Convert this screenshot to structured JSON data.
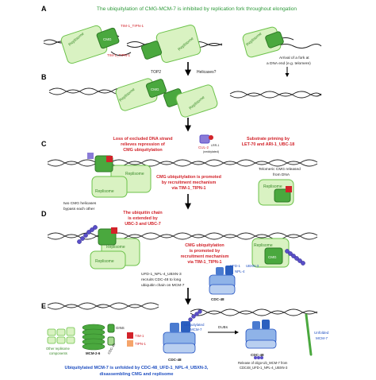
{
  "colors": {
    "green_title": "#2e9a3a",
    "red_text": "#d2232a",
    "blue_text": "#1f4fc1",
    "replisome_fill": "#d9f2c2",
    "replisome_stroke": "#6cc24a",
    "cmg_fill": "#4aa83e",
    "tim_red": "#d2232a",
    "ubiquitin_purple": "#5a4fc9",
    "cdc48_blue": "#8fb3e8"
  },
  "panels": {
    "a": {
      "letter": "A",
      "title": "The ubiquitylation of CMG-MCM-7 is inhibited by replication fork throughout elongation",
      "labels": {
        "replisome": "Replisome",
        "cmg": "CMG",
        "tim_tipn": "TIM-1_TIPN-1",
        "tim_tipn2": "TIM-1_TIPN-1",
        "arrival": "Arrival of a fork at",
        "arrival2": "a DNA end (e.g. telomere)"
      }
    },
    "b": {
      "letter": "B",
      "top2": "TOP2",
      "helicases": "Helicases?",
      "labels": {
        "replisome": "Replisome",
        "cmg": "CMG"
      }
    },
    "c": {
      "letter": "C",
      "loss_text_1": "Loss of excluded DNA strand",
      "loss_text_2": "relieves repression of",
      "loss_text_3": "CMG ubiquitylation",
      "cul2": "CUL-2",
      "lrr1": "LRR-1",
      "neddylated": "(neddylated)",
      "priming_1": "Substrate priming by",
      "priming_2": "LET-70 and ARI-1_UBC-18",
      "telomeric_1": "Telomeric CMG released",
      "telomeric_2": "from DNA",
      "promoted_1": "CMG ubiquitylation is promoted",
      "promoted_2": "by recruitment mechanism",
      "promoted_3": "via TIM-1_TIPN-1",
      "bypass_1": "two CMG helicases",
      "bypass_2": "bypass each other",
      "replisome": "Replisome"
    },
    "d": {
      "letter": "D",
      "extended_1": "The ubiquitin chain",
      "extended_2": "is extended by",
      "extended_3": "UBC-3 and UBC-7",
      "promoted_1": "CMG ubiquitylation",
      "promoted_2": "is promoted by",
      "promoted_3": "recruitment mechanism",
      "promoted_4": "via TIM-1_TIPN-1",
      "ufd_1": "UFD-1_NPL-4_UBXN-3",
      "ufd_2": "recruits CDC-48 to long",
      "ufd_3": "ubiquitin chain on MCM-7",
      "ufd1": "UFD-1",
      "npl4": "NPL-4",
      "ubxn3": "UBXN-3",
      "cdc48": "CDC-48",
      "replisome": "Replisome",
      "cmg": "CMG"
    },
    "e": {
      "letter": "E",
      "other_1": "Other replisome",
      "other_2": "components",
      "mcm": "MCM-2-6",
      "gins": "GINS",
      "cdc45": "CDC-45",
      "tim": "TIM-1",
      "tipn": "TIPN-1",
      "ubiq_1": "Ubiquitylated",
      "ubiq_2": "MCM-7",
      "cdc48": "CDC-48",
      "dubs": "DUBs",
      "release_1": "Release of oligo-Ub_MCM-7 from",
      "release_2": "CDC48_UFD-1_NPL-4_UBXN-3",
      "unfolded_1": "Unfolded",
      "unfolded_2": "MCM-7",
      "bottom_1": "Ubiquitylated MCM-7 is unfolded by CDC-48_UFD-1_NPL-4_UBXN-3,",
      "bottom_2": "disassembling CMG and replisome"
    }
  }
}
